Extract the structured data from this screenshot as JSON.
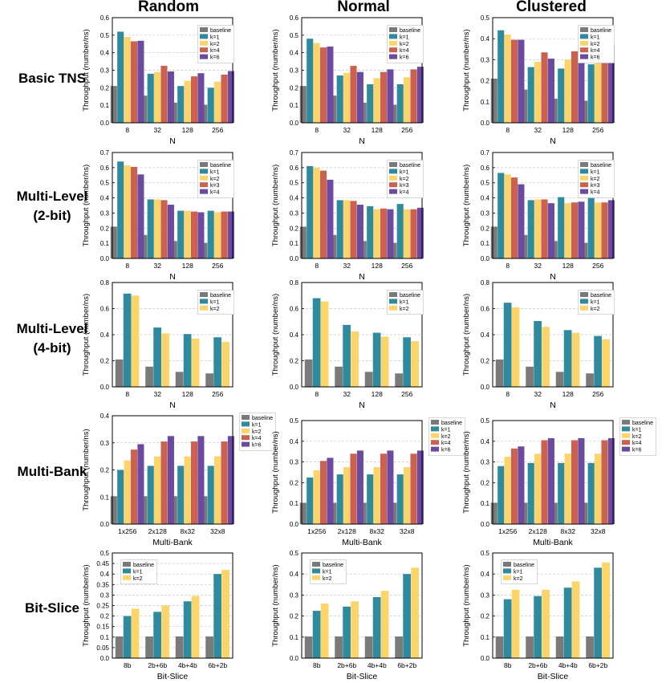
{
  "columns": [
    "Random",
    "Normal",
    "Clustered"
  ],
  "rows": [
    "Basic TNS",
    "Multi-Level\n(2-bit)",
    "Multi-Level\n(4-bit)",
    "Multi-Bank",
    "Bit-Slice"
  ],
  "colors": {
    "baseline": "#7a7a7a",
    "k=1": "#2f8a9e",
    "k=2": "#fcd56a",
    "k=3": "#cc6150",
    "k=4": "#cc6150",
    "k=6": "#6b4aa0",
    "k=4_mlc2": "#6b4aa0"
  },
  "chart_data": [
    {
      "id": "basic-random",
      "type": "bar",
      "row": 0,
      "col": 0,
      "ylabel": "Throughput (number/ns)",
      "xlabel": "N",
      "categories": [
        "8",
        "32",
        "128",
        "256"
      ],
      "ylim": [
        0,
        0.6
      ],
      "yticks": [
        0,
        0.1,
        0.2,
        0.3,
        0.4,
        0.5,
        0.6
      ],
      "legend": "top-right",
      "grid": true,
      "series": [
        {
          "name": "baseline",
          "values": [
            0.21,
            0.155,
            0.115,
            0.103
          ]
        },
        {
          "name": "k=1",
          "values": [
            0.52,
            0.28,
            0.21,
            0.2
          ]
        },
        {
          "name": "k=2",
          "values": [
            0.49,
            0.29,
            0.24,
            0.235
          ]
        },
        {
          "name": "k=4",
          "values": [
            0.465,
            0.325,
            0.265,
            0.275
          ]
        },
        {
          "name": "k=6",
          "values": [
            0.468,
            0.293,
            0.283,
            0.295
          ]
        }
      ]
    },
    {
      "id": "basic-normal",
      "type": "bar",
      "row": 0,
      "col": 1,
      "ylabel": "Throughput (number/ns)",
      "xlabel": "N",
      "categories": [
        "8",
        "32",
        "128",
        "256"
      ],
      "ylim": [
        0,
        0.6
      ],
      "yticks": [
        0,
        0.1,
        0.2,
        0.3,
        0.4,
        0.5,
        0.6
      ],
      "legend": "top-right",
      "grid": true,
      "series": [
        {
          "name": "baseline",
          "values": [
            0.21,
            0.155,
            0.115,
            0.103
          ]
        },
        {
          "name": "k=1",
          "values": [
            0.48,
            0.27,
            0.22,
            0.22
          ]
        },
        {
          "name": "k=2",
          "values": [
            0.455,
            0.285,
            0.255,
            0.26
          ]
        },
        {
          "name": "k=4",
          "values": [
            0.43,
            0.325,
            0.29,
            0.305
          ]
        },
        {
          "name": "k=6",
          "values": [
            0.435,
            0.29,
            0.305,
            0.32
          ]
        }
      ]
    },
    {
      "id": "basic-clustered",
      "type": "bar",
      "row": 0,
      "col": 2,
      "ylabel": "Throughput (number/ns)",
      "xlabel": "N",
      "categories": [
        "8",
        "32",
        "128",
        "256"
      ],
      "ylim": [
        0,
        0.5
      ],
      "yticks": [
        0,
        0.1,
        0.2,
        0.3,
        0.4,
        0.5
      ],
      "legend": "top-right",
      "grid": true,
      "series": [
        {
          "name": "baseline",
          "values": [
            0.21,
            0.158,
            0.115,
            0.105
          ]
        },
        {
          "name": "k=1",
          "values": [
            0.44,
            0.265,
            0.258,
            0.278
          ]
        },
        {
          "name": "k=2",
          "values": [
            0.42,
            0.29,
            0.3,
            0.325
          ]
        },
        {
          "name": "k=4",
          "values": [
            0.395,
            0.335,
            0.34,
            0.365
          ]
        },
        {
          "name": "k=6",
          "values": [
            0.395,
            0.305,
            0.357,
            0.373
          ]
        }
      ]
    },
    {
      "id": "mlc2-random",
      "type": "bar",
      "row": 1,
      "col": 0,
      "ylabel": "Throughput (number/ns)",
      "xlabel": "N",
      "categories": [
        "8",
        "32",
        "128",
        "256"
      ],
      "ylim": [
        0,
        0.7
      ],
      "yticks": [
        0,
        0.1,
        0.2,
        0.3,
        0.4,
        0.5,
        0.6,
        0.7
      ],
      "legend": "top-right",
      "grid": true,
      "series": [
        {
          "name": "baseline",
          "values": [
            0.21,
            0.155,
            0.115,
            0.103
          ]
        },
        {
          "name": "k=1",
          "values": [
            0.64,
            0.39,
            0.315,
            0.315
          ]
        },
        {
          "name": "k=2",
          "values": [
            0.615,
            0.39,
            0.315,
            0.305
          ]
        },
        {
          "name": "k=3",
          "values": [
            0.605,
            0.385,
            0.31,
            0.31
          ]
        },
        {
          "name": "k=4",
          "values": [
            0.555,
            0.355,
            0.305,
            0.31
          ]
        }
      ]
    },
    {
      "id": "mlc2-normal",
      "type": "bar",
      "row": 1,
      "col": 1,
      "ylabel": "Throughput (number/ns)",
      "xlabel": "N",
      "categories": [
        "8",
        "32",
        "128",
        "256"
      ],
      "ylim": [
        0,
        0.7
      ],
      "yticks": [
        0,
        0.1,
        0.2,
        0.3,
        0.4,
        0.5,
        0.6,
        0.7
      ],
      "legend": "top-right",
      "grid": true,
      "series": [
        {
          "name": "baseline",
          "values": [
            0.21,
            0.155,
            0.115,
            0.103
          ]
        },
        {
          "name": "k=1",
          "values": [
            0.61,
            0.385,
            0.345,
            0.36
          ]
        },
        {
          "name": "k=2",
          "values": [
            0.6,
            0.385,
            0.325,
            0.325
          ]
        },
        {
          "name": "k=3",
          "values": [
            0.58,
            0.38,
            0.33,
            0.325
          ]
        },
        {
          "name": "k=4",
          "values": [
            0.52,
            0.355,
            0.325,
            0.335
          ]
        }
      ]
    },
    {
      "id": "mlc2-clustered",
      "type": "bar",
      "row": 1,
      "col": 2,
      "ylabel": "Throughput (number/ns)",
      "xlabel": "N",
      "categories": [
        "8",
        "32",
        "128",
        "256"
      ],
      "ylim": [
        0,
        0.7
      ],
      "yticks": [
        0,
        0.1,
        0.2,
        0.3,
        0.4,
        0.5,
        0.6,
        0.7
      ],
      "legend": "top-right",
      "grid": true,
      "series": [
        {
          "name": "baseline",
          "values": [
            0.21,
            0.155,
            0.115,
            0.103
          ]
        },
        {
          "name": "k=1",
          "values": [
            0.565,
            0.385,
            0.405,
            0.415
          ]
        },
        {
          "name": "k=2",
          "values": [
            0.555,
            0.39,
            0.365,
            0.37
          ]
        },
        {
          "name": "k=3",
          "values": [
            0.535,
            0.39,
            0.37,
            0.37
          ]
        },
        {
          "name": "k=4",
          "values": [
            0.49,
            0.365,
            0.375,
            0.385
          ]
        }
      ]
    },
    {
      "id": "mlc4-random",
      "type": "bar",
      "row": 2,
      "col": 0,
      "ylabel": "Throughput (number/ns)",
      "xlabel": "N",
      "categories": [
        "8",
        "32",
        "128",
        "256"
      ],
      "ylim": [
        0,
        0.8
      ],
      "yticks": [
        0,
        0.2,
        0.4,
        0.6,
        0.8
      ],
      "legend": "top-right",
      "grid": true,
      "series": [
        {
          "name": "baseline",
          "values": [
            0.21,
            0.155,
            0.115,
            0.103
          ]
        },
        {
          "name": "k=1",
          "values": [
            0.715,
            0.455,
            0.405,
            0.38
          ]
        },
        {
          "name": "k=2",
          "values": [
            0.7,
            0.41,
            0.37,
            0.345
          ]
        }
      ]
    },
    {
      "id": "mlc4-normal",
      "type": "bar",
      "row": 2,
      "col": 1,
      "ylabel": "Throughput (number/ns)",
      "xlabel": "N",
      "categories": [
        "8",
        "32",
        "128",
        "256"
      ],
      "ylim": [
        0,
        0.8
      ],
      "yticks": [
        0,
        0.2,
        0.4,
        0.6,
        0.8
      ],
      "legend": "top-right",
      "grid": true,
      "series": [
        {
          "name": "baseline",
          "values": [
            0.21,
            0.155,
            0.115,
            0.103
          ]
        },
        {
          "name": "k=1",
          "values": [
            0.68,
            0.475,
            0.415,
            0.38
          ]
        },
        {
          "name": "k=2",
          "values": [
            0.655,
            0.425,
            0.385,
            0.35
          ]
        }
      ]
    },
    {
      "id": "mlc4-clustered",
      "type": "bar",
      "row": 2,
      "col": 2,
      "ylabel": "Throughput (number/ns)",
      "xlabel": "N",
      "categories": [
        "8",
        "32",
        "128",
        "256"
      ],
      "ylim": [
        0,
        0.8
      ],
      "yticks": [
        0,
        0.2,
        0.4,
        0.6,
        0.8
      ],
      "legend": "top-right",
      "grid": true,
      "series": [
        {
          "name": "baseline",
          "values": [
            0.21,
            0.155,
            0.115,
            0.103
          ]
        },
        {
          "name": "k=1",
          "values": [
            0.645,
            0.505,
            0.435,
            0.39
          ]
        },
        {
          "name": "k=2",
          "values": [
            0.61,
            0.46,
            0.415,
            0.365
          ]
        }
      ]
    },
    {
      "id": "bank-random",
      "type": "bar",
      "row": 3,
      "col": 0,
      "ylabel": "Throughput (number/ns)",
      "xlabel": "Multi-Bank",
      "categories": [
        "1x256",
        "2x128",
        "8x32",
        "32x8"
      ],
      "ylim": [
        0,
        0.4
      ],
      "yticks": [
        0,
        0.1,
        0.2,
        0.3,
        0.4
      ],
      "legend": "outside-right",
      "grid": true,
      "series": [
        {
          "name": "baseline",
          "values": [
            0.103,
            0.103,
            0.103,
            0.103
          ]
        },
        {
          "name": "k=1",
          "values": [
            0.2,
            0.215,
            0.215,
            0.215
          ]
        },
        {
          "name": "k=2",
          "values": [
            0.235,
            0.25,
            0.25,
            0.25
          ]
        },
        {
          "name": "k=4",
          "values": [
            0.275,
            0.305,
            0.305,
            0.305
          ]
        },
        {
          "name": "k=6",
          "values": [
            0.295,
            0.325,
            0.325,
            0.325
          ]
        }
      ]
    },
    {
      "id": "bank-normal",
      "type": "bar",
      "row": 3,
      "col": 1,
      "ylabel": "Throughput (number/ns)",
      "xlabel": "Multi-Bank",
      "categories": [
        "1x256",
        "2x128",
        "8x32",
        "32x8"
      ],
      "ylim": [
        0,
        0.5
      ],
      "yticks": [
        0,
        0.1,
        0.2,
        0.3,
        0.4,
        0.5
      ],
      "legend": "outside-right",
      "grid": true,
      "series": [
        {
          "name": "baseline",
          "values": [
            0.103,
            0.103,
            0.103,
            0.103
          ]
        },
        {
          "name": "k=1",
          "values": [
            0.225,
            0.24,
            0.24,
            0.24
          ]
        },
        {
          "name": "k=2",
          "values": [
            0.26,
            0.275,
            0.275,
            0.275
          ]
        },
        {
          "name": "k=4",
          "values": [
            0.305,
            0.34,
            0.34,
            0.34
          ]
        },
        {
          "name": "k=6",
          "values": [
            0.32,
            0.355,
            0.355,
            0.355
          ]
        }
      ]
    },
    {
      "id": "bank-clustered",
      "type": "bar",
      "row": 3,
      "col": 2,
      "ylabel": "Throughput (number/ns)",
      "xlabel": "Multi-Bank",
      "categories": [
        "1x256",
        "2x128",
        "8x32",
        "32x8"
      ],
      "ylim": [
        0,
        0.5
      ],
      "yticks": [
        0,
        0.1,
        0.2,
        0.3,
        0.4,
        0.5
      ],
      "legend": "outside-right",
      "grid": true,
      "series": [
        {
          "name": "baseline",
          "values": [
            0.103,
            0.103,
            0.103,
            0.103
          ]
        },
        {
          "name": "k=1",
          "values": [
            0.28,
            0.295,
            0.295,
            0.295
          ]
        },
        {
          "name": "k=2",
          "values": [
            0.325,
            0.34,
            0.34,
            0.34
          ]
        },
        {
          "name": "k=4",
          "values": [
            0.365,
            0.405,
            0.405,
            0.405
          ]
        },
        {
          "name": "k=6",
          "values": [
            0.375,
            0.415,
            0.415,
            0.415
          ]
        }
      ]
    },
    {
      "id": "slice-random",
      "type": "bar",
      "row": 4,
      "col": 0,
      "ylabel": "Throughput (number/ns)",
      "xlabel": "Bit-Slice",
      "categories": [
        "8b",
        "2b+6b",
        "4b+4b",
        "6b+2b"
      ],
      "ylim": [
        0,
        0.5
      ],
      "yticks": [
        0,
        0.05,
        0.1,
        0.15,
        0.2,
        0.25,
        0.3,
        0.35,
        0.4,
        0.45,
        0.5
      ],
      "legend": "top-left",
      "grid": true,
      "series": [
        {
          "name": "baseline",
          "values": [
            0.103,
            0.103,
            0.103,
            0.103
          ]
        },
        {
          "name": "k=1",
          "values": [
            0.2,
            0.22,
            0.27,
            0.4
          ]
        },
        {
          "name": "k=2",
          "values": [
            0.235,
            0.25,
            0.295,
            0.42
          ]
        }
      ]
    },
    {
      "id": "slice-normal",
      "type": "bar",
      "row": 4,
      "col": 1,
      "ylabel": "Throughput (number/ns)",
      "xlabel": "Bit-Slice",
      "categories": [
        "8b",
        "2b+6b",
        "4b+4b",
        "6b+2b"
      ],
      "ylim": [
        0,
        0.5
      ],
      "yticks": [
        0,
        0.1,
        0.2,
        0.3,
        0.4,
        0.5
      ],
      "legend": "top-left",
      "grid": true,
      "series": [
        {
          "name": "baseline",
          "values": [
            0.103,
            0.103,
            0.103,
            0.103
          ]
        },
        {
          "name": "k=1",
          "values": [
            0.225,
            0.245,
            0.29,
            0.4
          ]
        },
        {
          "name": "k=2",
          "values": [
            0.26,
            0.27,
            0.32,
            0.43
          ]
        }
      ]
    },
    {
      "id": "slice-clustered",
      "type": "bar",
      "row": 4,
      "col": 2,
      "ylabel": "Throughput (number/ns)",
      "xlabel": "Bit-Slice",
      "categories": [
        "8b",
        "2b+6b",
        "4b+4b",
        "6b+2b"
      ],
      "ylim": [
        0,
        0.5
      ],
      "yticks": [
        0,
        0.1,
        0.2,
        0.3,
        0.4,
        0.5
      ],
      "legend": "top-left",
      "grid": true,
      "series": [
        {
          "name": "baseline",
          "values": [
            0.103,
            0.103,
            0.103,
            0.103
          ]
        },
        {
          "name": "k=1",
          "values": [
            0.28,
            0.295,
            0.335,
            0.43
          ]
        },
        {
          "name": "k=2",
          "values": [
            0.325,
            0.325,
            0.365,
            0.455
          ]
        }
      ]
    }
  ]
}
